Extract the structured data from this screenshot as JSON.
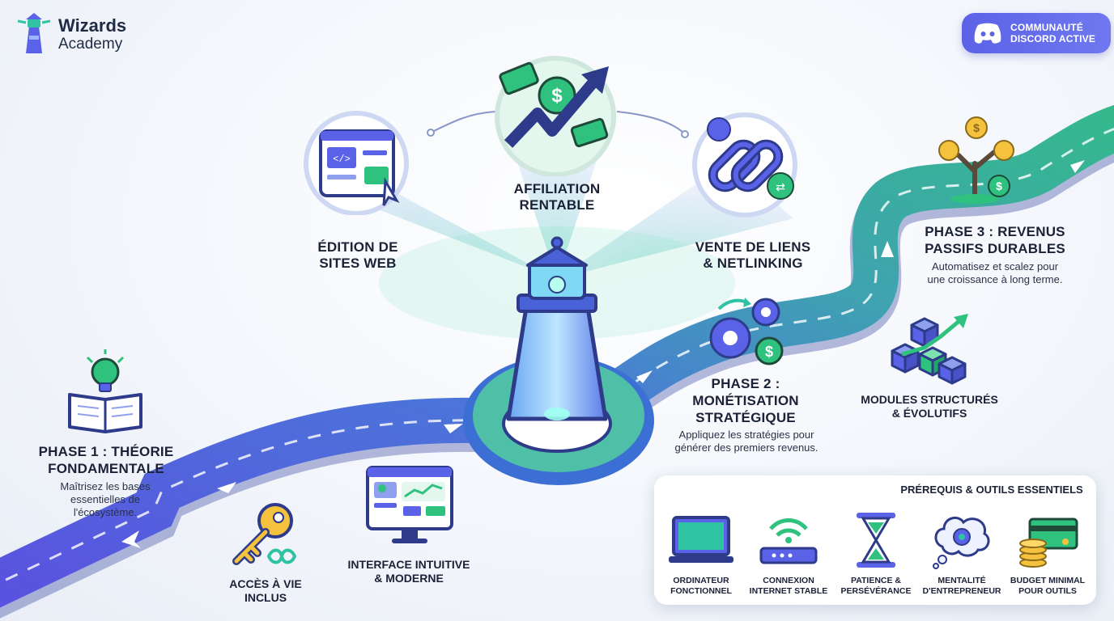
{
  "brand": {
    "title": "Wizards",
    "subtitle": "Academy"
  },
  "discord": {
    "line1": "COMMUNAUTÉ",
    "line2": "DISCORD ACTIVE"
  },
  "top_nodes": {
    "sites": {
      "line1": "ÉDITION DE",
      "line2": "SITES WEB"
    },
    "affiliation": {
      "line1": "AFFILIATION",
      "line2": "RENTABLE"
    },
    "netlinking": {
      "line1": "VENTE DE LIENS",
      "line2": "& NETLINKING"
    }
  },
  "phases": {
    "phase1": {
      "title1": "PHASE 1 : THÉORIE",
      "title2": "FONDAMENTALE",
      "desc1": "Maîtrisez les bases",
      "desc2": "essentielles de",
      "desc3": "l'écosystème."
    },
    "phase2": {
      "title1": "PHASE 2 :",
      "title2": "MONÉTISATION",
      "title3": "STRATÉGIQUE",
      "desc1": "Appliquez les stratégies pour",
      "desc2": "générer des premiers revenus."
    },
    "phase3": {
      "title1": "PHASE 3 : REVENUS",
      "title2": "PASSIFS DURABLES",
      "desc1": "Automatisez et scalez pour",
      "desc2": "une croissance à long terme."
    }
  },
  "features": {
    "access": {
      "line1": "ACCÈS À VIE",
      "line2": "INCLUS"
    },
    "interface": {
      "line1": "INTERFACE INTUITIVE",
      "line2": "& MODERNE"
    },
    "modules": {
      "line1": "MODULES STRUCTURÉS",
      "line2": "& ÉVOLUTIFS"
    }
  },
  "prerequisites": {
    "heading": "PRÉREQUIS & OUTILS ESSENTIELS",
    "items": [
      {
        "line1": "ORDINATEUR",
        "line2": "FONCTIONNEL",
        "icon": "laptop-icon"
      },
      {
        "line1": "CONNEXION",
        "line2": "INTERNET STABLE",
        "icon": "wifi-router-icon"
      },
      {
        "line1": "PATIENCE &",
        "line2": "PERSÉVÉRANCE",
        "icon": "hourglass-icon"
      },
      {
        "line1": "MENTALITÉ",
        "line2": "D'ENTREPRENEUR",
        "icon": "thought-gear-icon"
      },
      {
        "line1": "BUDGET MINIMAL",
        "line2": "POUR OUTILS",
        "icon": "coins-card-icon"
      }
    ]
  },
  "colors": {
    "road_blue": "#5a55e0",
    "road_teal": "#3aa5a8",
    "accent_green": "#2ec27e",
    "discord": "#5b62e6"
  }
}
